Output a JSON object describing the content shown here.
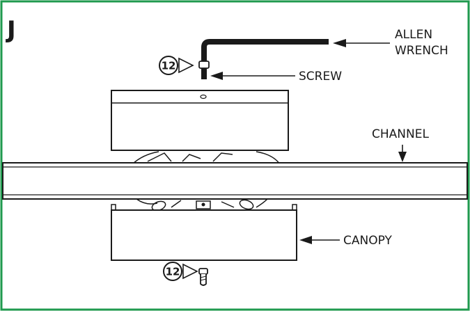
{
  "panel": {
    "letter": "J",
    "border_color": "#1f9a4e"
  },
  "labels": {
    "allen_wrench_line1": "ALLEN",
    "allen_wrench_line2": "WRENCH",
    "screw": "SCREW",
    "channel": "CHANNEL",
    "canopy": "CANOPY"
  },
  "steps": [
    {
      "number": "12"
    },
    {
      "number": "12"
    }
  ]
}
